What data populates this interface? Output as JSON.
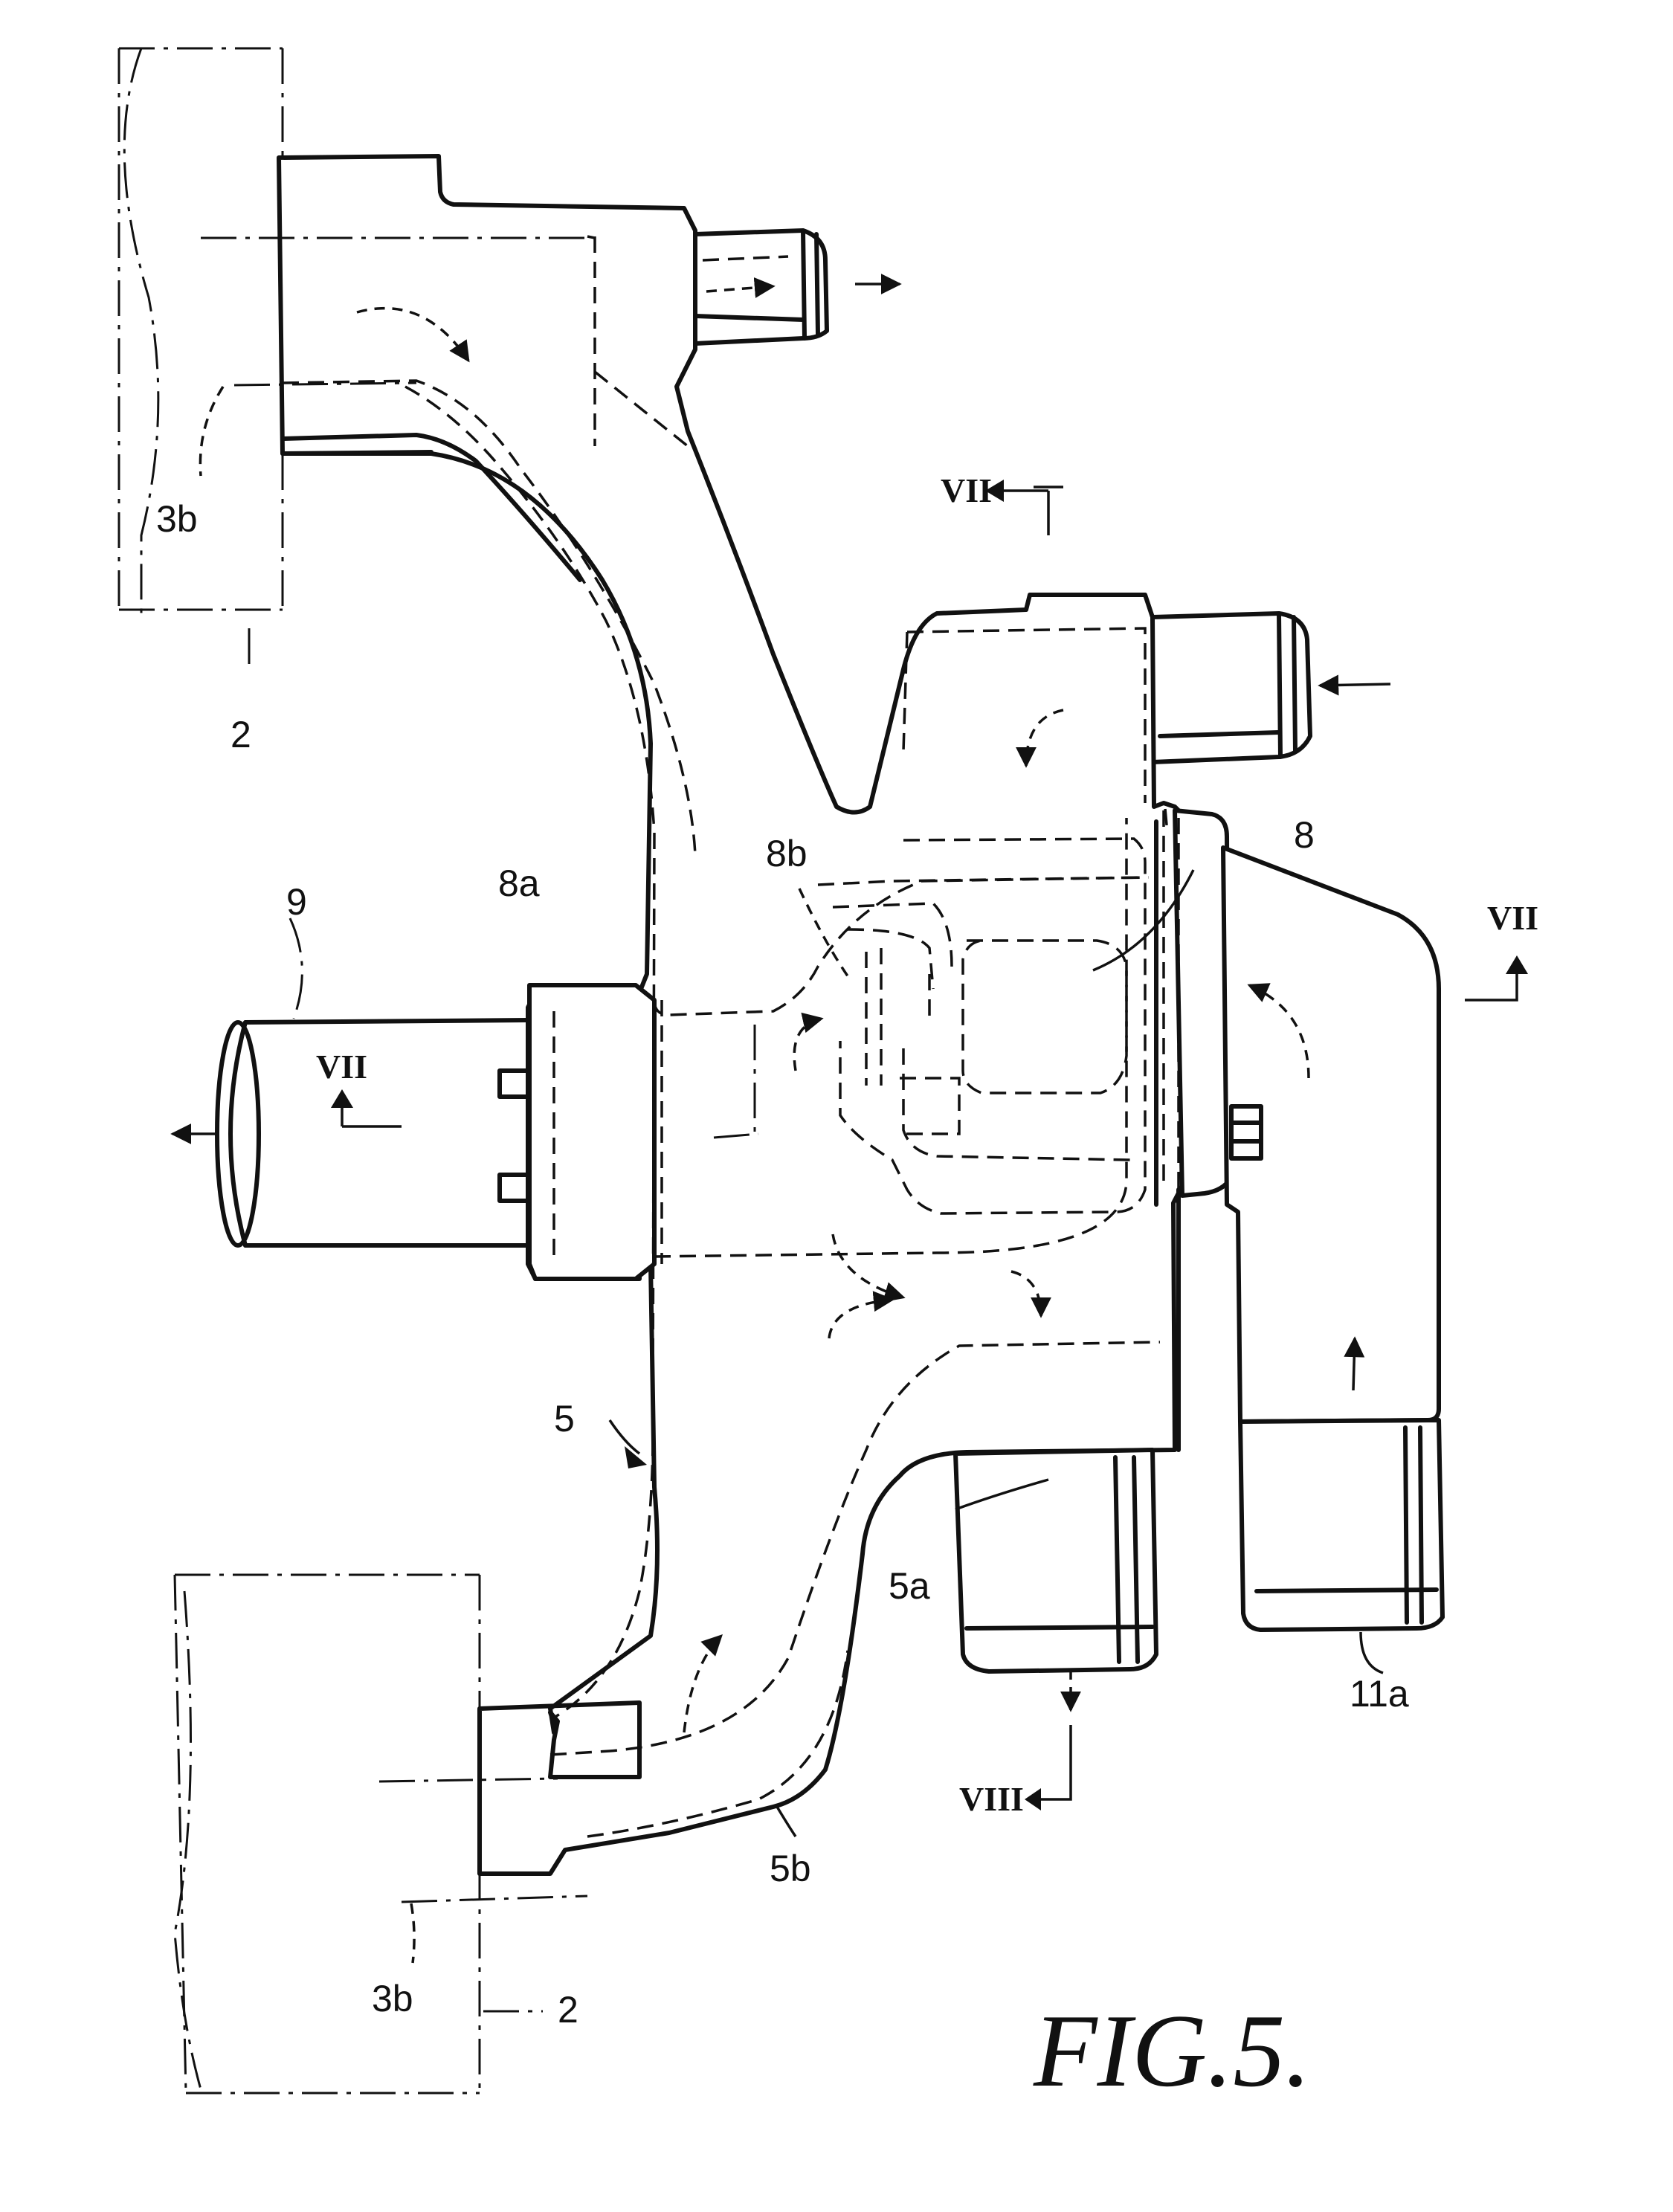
{
  "labels": {
    "ref_3b_top": "3b",
    "ref_2_top": "2",
    "ref_9": "9",
    "ref_8a": "8a",
    "ref_8b": "8b",
    "ref_8": "8",
    "ref_5": "5",
    "ref_5a": "5a",
    "ref_11a": "11a",
    "ref_5b": "5b",
    "ref_3b_bottom": "3b",
    "ref_2_bottom": "2"
  },
  "section_marks": {
    "vii_top": "VII",
    "vii_right": "VII",
    "vii_left": "VII",
    "viii_bottom": "VIII"
  },
  "figure_label": "FIG.5."
}
